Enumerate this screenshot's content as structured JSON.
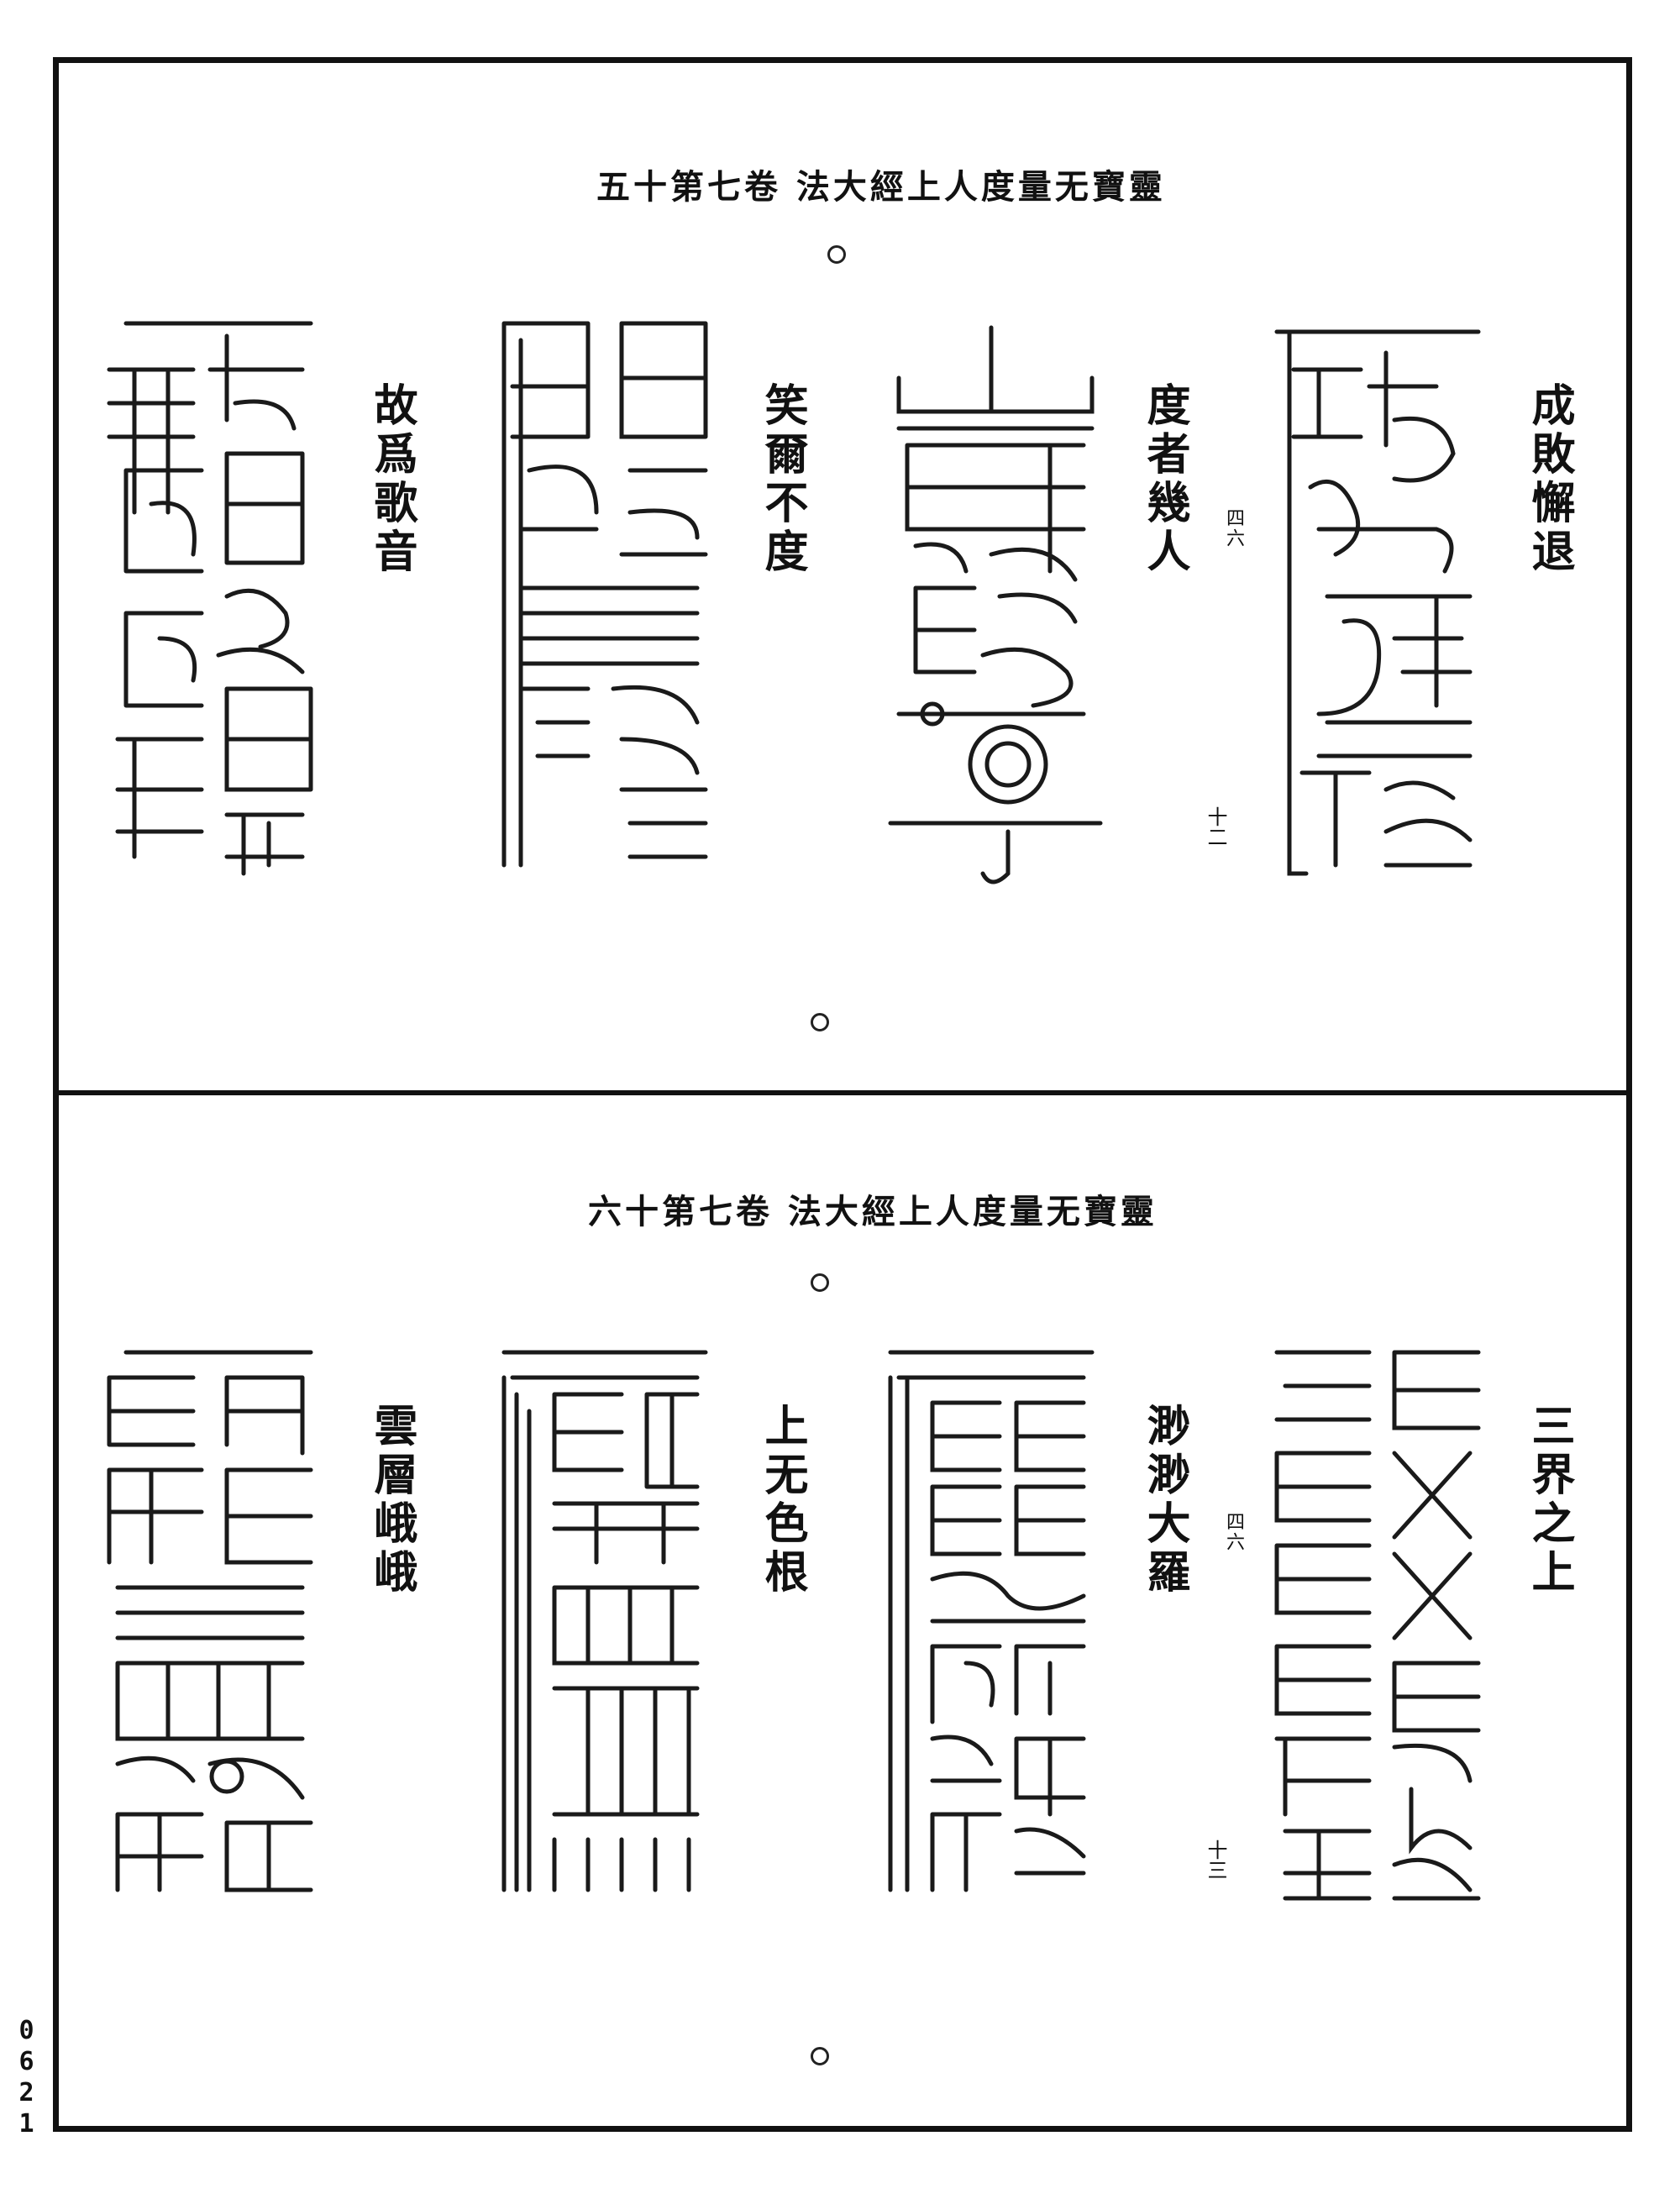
{
  "sections": [
    {
      "header": "靈寶无量度人上經大法 卷七第十五",
      "page_no": "十二",
      "phrases": [
        {
          "text": "成敗懈退"
        },
        {
          "text": "度者幾人",
          "note": "四六"
        },
        {
          "text": "笑爾不度"
        },
        {
          "text": "故爲歌音"
        }
      ],
      "talisman_icons": [
        "seal-script-talisman",
        "seal-script-talisman",
        "seal-script-talisman",
        "seal-script-talisman"
      ]
    },
    {
      "header": "靈寶无量度人上經大法 卷七第十六",
      "page_no": "十三",
      "phrases": [
        {
          "text": "三界之上"
        },
        {
          "text": "渺渺大羅",
          "note": "四六"
        },
        {
          "text": "上无色根"
        },
        {
          "text": "雲層峨峨"
        }
      ],
      "talisman_icons": [
        "seal-script-talisman",
        "seal-script-talisman",
        "seal-script-talisman",
        "seal-script-talisman"
      ]
    }
  ],
  "side_number": "0621"
}
